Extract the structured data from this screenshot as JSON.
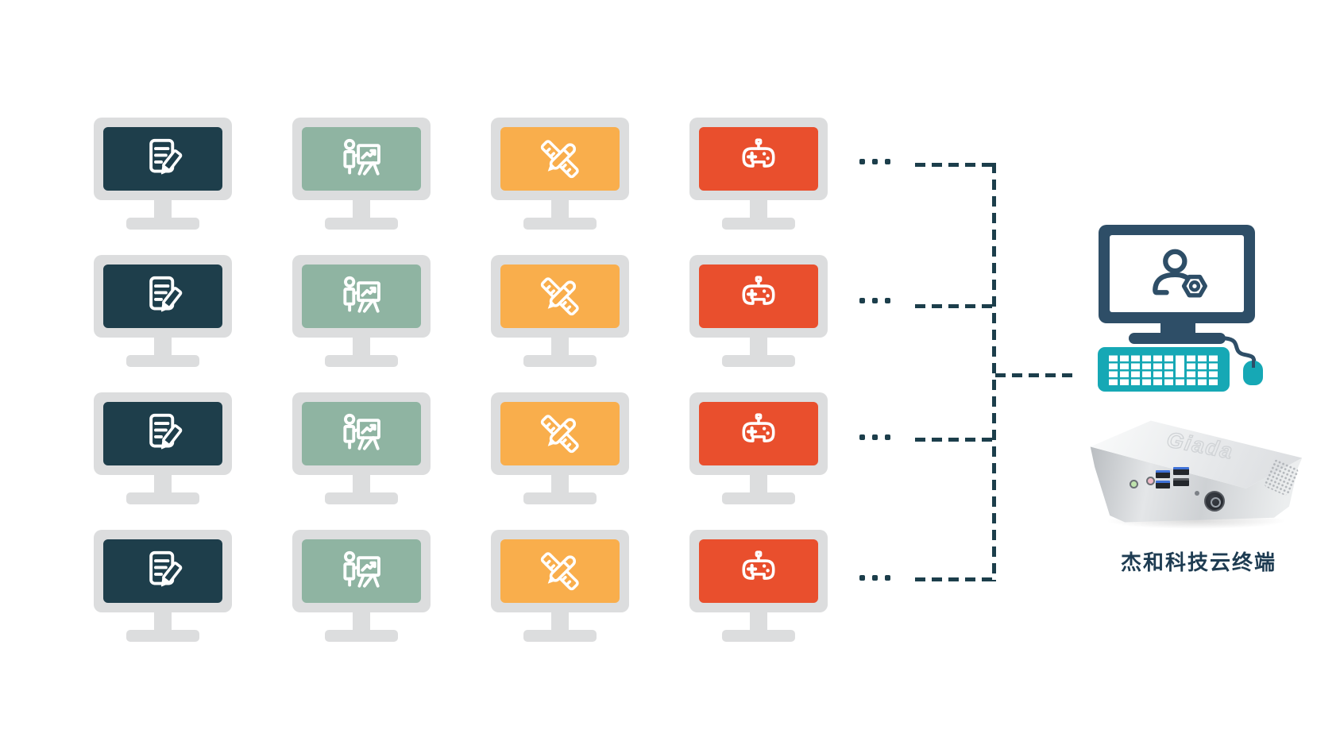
{
  "colors": {
    "col0": "#1E3E4B",
    "col1": "#8FB4A2",
    "col2": "#F9AE4C",
    "col3": "#E94F2D",
    "frame": "#DCDDDE",
    "dash": "#1C3E4B",
    "navy": "#2E4E67",
    "teal": "#16A8B5",
    "caption": "#1E3C52"
  },
  "grid": {
    "rows": 4,
    "ellipsis_dots_per_row": 3,
    "columns": [
      {
        "name": "office-documents",
        "icon": "document-edit-icon"
      },
      {
        "name": "presentation-teaching",
        "icon": "presentation-chart-icon"
      },
      {
        "name": "design-tools",
        "icon": "ruler-pencil-icon"
      },
      {
        "name": "gaming",
        "icon": "gamepad-icon"
      }
    ]
  },
  "host": {
    "caption": "杰和科技云终端",
    "device_logo": "Giada",
    "screen_icon": "user-settings-icon",
    "peripherals": [
      "keyboard",
      "mouse"
    ],
    "device_ports": [
      "audio-out-jack",
      "mic-jack",
      "usb-ports",
      "pin-hole",
      "power-button"
    ]
  }
}
